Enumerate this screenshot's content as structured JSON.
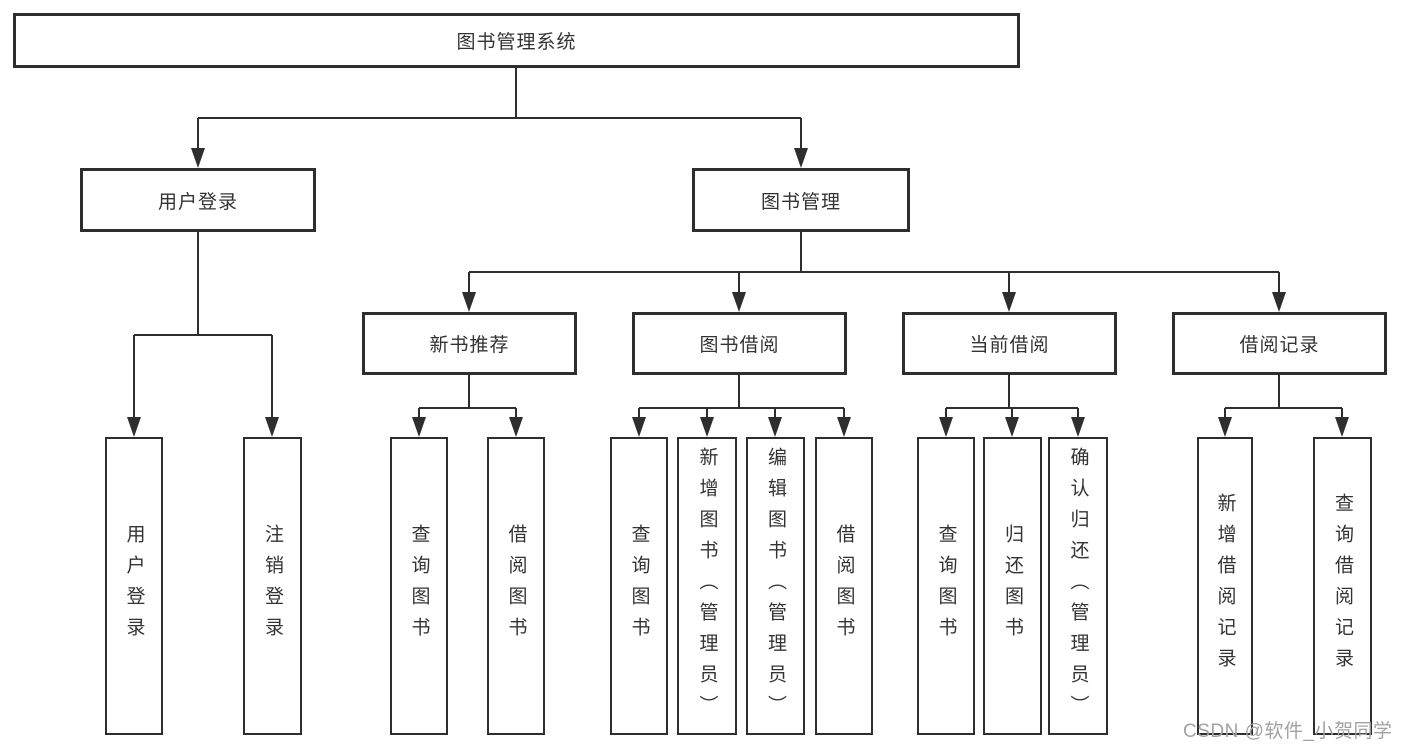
{
  "tree": {
    "root": "图书管理系统",
    "user_login": {
      "label": "用户登录",
      "children": [
        "用户登录",
        "注销登录"
      ]
    },
    "book_management": {
      "label": "图书管理",
      "groups": [
        {
          "label": "新书推荐",
          "children": [
            "查询图书",
            "借阅图书"
          ]
        },
        {
          "label": "图书借阅",
          "children": [
            "查询图书",
            "新增图书（管理员）",
            "编辑图书（管理员）",
            "借阅图书"
          ]
        },
        {
          "label": "当前借阅",
          "children": [
            "查询图书",
            "归还图书",
            "确认归还（管理员）"
          ]
        },
        {
          "label": "借阅记录",
          "children": [
            "新增借阅记录",
            "查询借阅记录"
          ]
        }
      ]
    }
  },
  "watermark": "CSDN @软件_小贺同学",
  "colors": {
    "line": "#2e2e2e",
    "text": "#333333",
    "watermark": "#a2a2a2",
    "background": "#ffffff"
  }
}
